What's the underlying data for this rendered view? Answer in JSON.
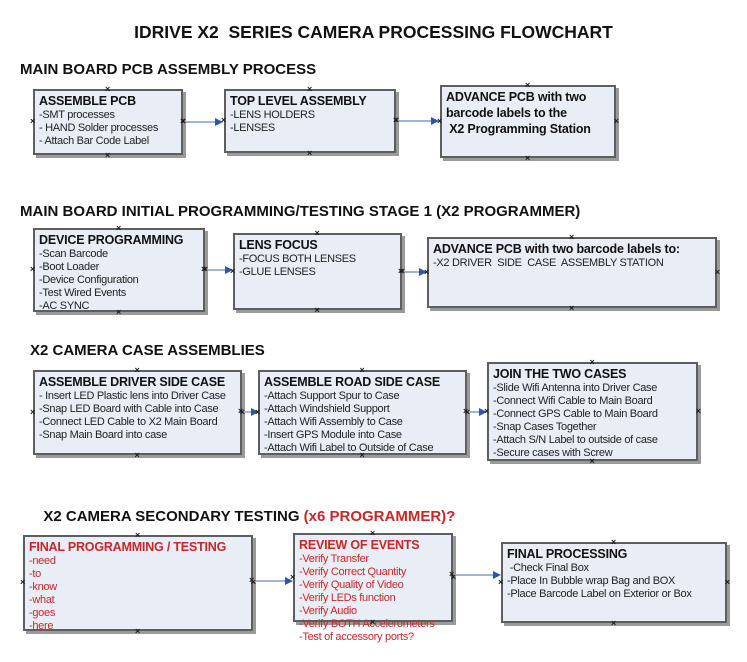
{
  "title": "IDRIVE X2  SERIES CAMERA PROCESSING FLOWCHART",
  "colors": {
    "box_fill": "#e8edf6",
    "box_border": "#5e5e5e",
    "red_accent": "#c62828",
    "arrow_line": "#9fb4d6",
    "arrow_head": "#2f56a4"
  },
  "sections": [
    {
      "heading": "MAIN BOARD PCB ASSEMBLY PROCESS",
      "boxes": [
        {
          "title": "ASSEMBLE PCB",
          "items": [
            "-SMT processes",
            "- HAND Solder processes",
            "- Attach Bar Code Label"
          ]
        },
        {
          "title": "TOP LEVEL ASSEMBLY",
          "items": [
            "-LENS HOLDERS",
            "-LENSES"
          ]
        },
        {
          "title": "",
          "items": [
            "ADVANCE PCB with two",
            "barcode labels to the",
            " X2 Programming Station"
          ]
        }
      ]
    },
    {
      "heading": "MAIN BOARD INITIAL PROGRAMMING/TESTING STAGE 1 (X2 PROGRAMMER)",
      "boxes": [
        {
          "title": "DEVICE PROGRAMMING",
          "items": [
            "-Scan Barcode",
            "-Boot Loader",
            "-Device Configuration",
            "-Test Wired Events",
            "-AC SYNC"
          ]
        },
        {
          "title": "LENS FOCUS",
          "items": [
            "-FOCUS BOTH LENSES",
            "-GLUE LENSES"
          ]
        },
        {
          "title": "ADVANCE PCB with two barcode labels to:",
          "items": [
            "-X2 DRIVER  SIDE  CASE  ASSEMBLY STATION"
          ]
        }
      ]
    },
    {
      "heading": "X2 CAMERA CASE ASSEMBLIES",
      "boxes": [
        {
          "title": "ASSEMBLE DRIVER SIDE CASE",
          "items": [
            "- Insert LED Plastic lens into Driver Case",
            "-Snap LED Board with Cable into Case",
            "-Connect LED Cable to X2 Main Board",
            "-Snap Main Board into case"
          ]
        },
        {
          "title": "ASSEMBLE ROAD SIDE CASE",
          "items": [
            "-Attach Support Spur to Case",
            "-Attach Windshield Support",
            "-Attach Wifi Assembly to Case",
            "-Insert GPS Module into Case",
            "-Attach Wifi Label to Outside of Case"
          ]
        },
        {
          "title": "JOIN THE TWO CASES",
          "items": [
            "-Slide Wifi Antenna into Driver Case",
            "-Connect Wifi Cable to Main Board",
            "-Connect GPS Cable to Main Board",
            "-Snap Cases Together",
            "-Attach S/N Label to outside of case",
            "-Secure cases with Screw"
          ]
        }
      ]
    },
    {
      "heading": "X2 CAMERA SECONDARY TESTING",
      "heading_red": " (x6 PROGRAMMER)?",
      "boxes": [
        {
          "title": "FINAL PROGRAMMING / TESTING",
          "items": [
            "-need",
            "-to",
            "-know",
            "-what",
            "-goes",
            "-here"
          ]
        },
        {
          "title": "REVIEW OF EVENTS",
          "items": [
            "-Verify Transfer",
            "-Verify Correct Quantity",
            "-Verify Quality of Video",
            "-Verify LEDs function",
            "-Verify Audio",
            "-Verify BOTH Accelerometers",
            "-Test of accessory ports?"
          ]
        },
        {
          "title": "FINAL PROCESSING",
          "items": [
            " -Check Final Box",
            "-Place In Bubble wrap Bag and BOX",
            "-Place Barcode Label on Exterior or Box"
          ]
        }
      ]
    }
  ]
}
